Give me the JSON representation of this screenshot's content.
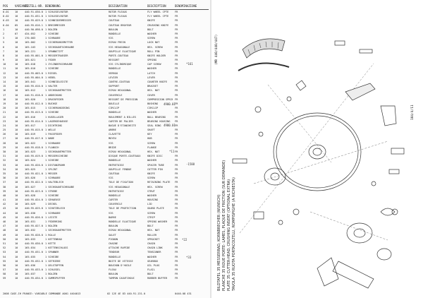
{
  "left": {
    "header": {
      "col_pos": "POS",
      "col_code": "VARIANTE",
      "col_part": "BESTELL-NR.",
      "col_de": "BENENNUNG",
      "col_fr": "DESIGNATION",
      "col_en": "DESCRIPTION",
      "col_it": "DENOMINAZIONE"
    },
    "rows": [
      [
        "0.01",
        "10",
        "440.91.030.0",
        "1 SCHLEGELROTOR",
        "ROTOR FLEAUX",
        "FLY WHEEL CPTE",
        "FR"
      ],
      [
        "0.02",
        "10",
        "440.91.031.0",
        "1 SCHLEGELROTOR",
        "ROTOR FLEAUX",
        "FLY WHEEL CPTE",
        "FR"
      ],
      [
        "0.03",
        "10",
        "440.95.029.0",
        "1 SCHNEIDERMESSER",
        "COUTEAU",
        "KNIFE",
        "FR"
      ],
      [
        "0.04",
        "05",
        "440.95.016.1",
        "1 BRECHMESSER",
        "COUTEAU BROYEUR",
        "CRUSHING KNIFE",
        "FR"
      ],
      [
        "1",
        "10",
        "440.90.098.0",
        "1 BOLZEN",
        "BOULON",
        "BOLT",
        "FR"
      ],
      [
        "2",
        "07",
        "434.052",
        "2 SCHEIBE",
        "RONDELLE",
        "WASHER",
        "FR"
      ],
      [
        "3",
        "10",
        "170.083",
        "1 SCHRAUBE",
        "VIS",
        "SCREW",
        "FR"
      ],
      [
        "5",
        "10",
        "165.002",
        "1 SICHERUNGSMUTTER",
        "ECROU FREIN",
        "LOCK NUT",
        "FR"
      ],
      [
        "6",
        "10",
        "165.103",
        "1 SECHSKANTSCHRAUBE",
        "VIS HEXAGONALE",
        "HEX. SCREW",
        "FR"
      ],
      [
        "7",
        "10",
        "165.221",
        "1 SPANNSTIFT",
        "GOUPILLE ELASTIQUE",
        "ROLL PIN",
        "FR"
      ],
      [
        "8",
        "10",
        "440.95.001.0",
        "1 MESSERTRAEGER",
        "PORTE-COUTEAU",
        "KNIFE HOLDER",
        "FR"
      ],
      [
        "9",
        "10",
        "165.021",
        "1 FEDER",
        "RESSORT",
        "SPRING",
        "FR"
      ],
      [
        "10",
        "10",
        "165.018",
        "1 ZYLINDERSCHRAUBE",
        "VIS CYLINDRIQUE",
        "CAP SCREW",
        "FR"
      ],
      [
        "11",
        "10",
        "165.010",
        "1 SCHEIBE",
        "RONDELLE",
        "WASHER",
        "FR"
      ],
      [
        "12",
        "10",
        "440.95.003.0",
        "1 RIEGEL",
        "VERROU",
        "LATCH",
        "FR"
      ],
      [
        "13",
        "10",
        "440.95.004.0",
        "1 HEBEL",
        "LEVIER",
        "LEVER",
        "FR"
      ],
      [
        "14",
        "10",
        "165.041",
        "1 SCHNEIDLEISTE",
        "CONTRE-COUTEAU",
        "COUNTER KNIFE",
        "FR"
      ],
      [
        "15",
        "10",
        "440.95.010.0",
        "1 HALTER",
        "SUPPORT",
        "BRACKET",
        "FR"
      ],
      [
        "16",
        "10",
        "165.012",
        "1 SECHSKANTMUTTER",
        "ECROU HEXAGONAL",
        "HEX. NUT",
        "FR"
      ],
      [
        "17",
        "10",
        "440.91.018.0",
        "1 ABDECKUNG",
        "COUVERCLE",
        "COVER",
        "FR"
      ],
      [
        "18",
        "10",
        "165.020",
        "1 DRUCKFEDER",
        "RESSORT DE PRESSION",
        "COMPRESSION SPRING",
        "FR"
      ],
      [
        "19",
        "10",
        "440.95.012.0",
        "1 BUCHSE",
        "DOUILLE",
        "BUSHING",
        "FR"
      ],
      [
        "20",
        "10",
        "165.015",
        "1 SICHERUNGSRING",
        "CIRCLIP",
        "CIRCLIP",
        "FR"
      ],
      [
        "21",
        "10",
        "440.95.013.0",
        "1 SCHEIBE",
        "RONDELLE",
        "WASHER",
        "FR"
      ],
      [
        "22",
        "10",
        "165.016",
        "1 KUGELLAGER",
        "ROULEMENT A BILLES",
        "BALL BEARING",
        "FR"
      ],
      [
        "23",
        "10",
        "440.95.014.0",
        "1 LAGERGEHAEUSE",
        "CARTER DE PALIER",
        "BEARING HOUSING",
        "FR"
      ],
      [
        "24",
        "10",
        "165.017",
        "1 DICHTRING",
        "BAGUE D'ETANCHEITE",
        "SEAL RING",
        "FR"
      ],
      [
        "25",
        "10",
        "440.95.015.0",
        "1 WELLE",
        "ARBRE",
        "SHAFT",
        "FR"
      ],
      [
        "26",
        "10",
        "165.019",
        "1 PASSFEDER",
        "CLAVETTE",
        "KEY",
        "FR"
      ],
      [
        "27",
        "10",
        "440.95.017.0",
        "1 NABE",
        "MOYEU",
        "HUB",
        "FR"
      ],
      [
        "28",
        "10",
        "165.022",
        "1 SCHRAUBE",
        "VIS",
        "SCREW",
        "FR"
      ],
      [
        "29",
        "10",
        "440.95.018.0",
        "1 FLANSCH",
        "BRIDE",
        "FLANGE",
        "FR"
      ],
      [
        "30",
        "10",
        "165.023",
        "1 SECHSKANTMUTTER",
        "ECROU HEXAGONAL",
        "HEX. NUT",
        "FR"
      ],
      [
        "31",
        "10",
        "440.95.019.0",
        "1 MESSERSCHEIBE",
        "DISQUE PORTE-COUTEAUX",
        "KNIFE DISC",
        "FR"
      ],
      [
        "32",
        "10",
        "165.024",
        "1 SCHEIBE",
        "RONDELLE",
        "WASHER",
        "FR"
      ],
      [
        "33",
        "10",
        "440.95.020.0",
        "1 DISTANZROHR",
        "ENTRETOISE",
        "SPACER TUBE",
        "FR"
      ],
      [
        "34",
        "10",
        "165.025",
        "1 SPLINT",
        "GOUPILLE FENDUE",
        "COTTER PIN",
        "FR"
      ],
      [
        "35",
        "10",
        "440.95.021.0",
        "1 MESSER",
        "COUTEAU",
        "KNIFE",
        "FR"
      ],
      [
        "36",
        "10",
        "165.026",
        "1 SCHRAUBE",
        "VIS",
        "SCREW",
        "FR"
      ],
      [
        "37",
        "10",
        "440.95.022.0",
        "1 HALTEBLECH",
        "TOLE DE FIXATION",
        "RETAINING PLATE",
        "FR"
      ],
      [
        "38",
        "10",
        "165.027",
        "1 SECHSKANTSCHRAUBE",
        "VIS HEXAGONALE",
        "HEX. SCREW",
        "FR"
      ],
      [
        "39",
        "10",
        "440.95.023.0",
        "1 STREBE",
        "ENTRETOISE",
        "STRUT",
        "FR"
      ],
      [
        "40",
        "10",
        "165.028",
        "1 SCHEIBE",
        "RONDELLE",
        "WASHER",
        "FR"
      ],
      [
        "41",
        "10",
        "440.95.024.0",
        "1 GEHAEUSE",
        "CARTER",
        "HOUSING",
        "FR"
      ],
      [
        "42",
        "10",
        "165.029",
        "1 DECKEL",
        "COUVERCLE",
        "LID",
        "FR"
      ],
      [
        "43",
        "10",
        "440.95.025.0",
        "1 SCHUTZBLECH",
        "TOLE DE PROTECTION",
        "GUARD PLATE",
        "FR"
      ],
      [
        "44",
        "10",
        "165.030",
        "1 SCHRAUBE",
        "VIS",
        "SCREW",
        "FR"
      ],
      [
        "45",
        "10",
        "440.95.026.0",
        "1 LEISTE",
        "BARRE",
        "STRIP",
        "FR"
      ],
      [
        "46",
        "10",
        "165.031",
        "1 FEDERRING",
        "RONDELLE ELASTIQUE",
        "SPRING WASHER",
        "FR"
      ],
      [
        "47",
        "10",
        "440.95.027.0",
        "1 BOLZEN",
        "BOULON",
        "BOLT",
        "FR"
      ],
      [
        "48",
        "10",
        "165.032",
        "1 SECHSKANTMUTTER",
        "ECROU HEXAGONAL",
        "HEX. NUT",
        "FR"
      ],
      [
        "49",
        "10",
        "440.95.028.0",
        "1 ROLLE",
        "GALET",
        "ROLLER",
        "FR"
      ],
      [
        "50",
        "10",
        "165.033",
        "1 KETTENRAD",
        "PIGNON",
        "SPROCKET",
        "FR"
      ],
      [
        "51",
        "10",
        "440.95.030.0",
        "1 KETTE",
        "CHAINE",
        "CHAIN",
        "FR"
      ],
      [
        "52",
        "10",
        "165.034",
        "1 KETTENSCHLOSS",
        "ATTACHE RAPIDE",
        "CHAIN LINK",
        "FR"
      ],
      [
        "53",
        "10",
        "440.95.031.0",
        "1 SPANNER",
        "TENDEUR",
        "TENSIONER",
        "FR"
      ],
      [
        "54",
        "10",
        "165.035",
        "1 SCHEIBE",
        "RONDELLE",
        "WASHER",
        "FR"
      ],
      [
        "55",
        "10",
        "440.95.032.0",
        "1 GETRIEBE",
        "BOITE DE VITESSE",
        "GEARBOX",
        "FR"
      ],
      [
        "56",
        "10",
        "165.036",
        "1 OELSTOPFEN",
        "BOUCHON D'HUILE",
        "OIL PLUG",
        "FR"
      ],
      [
        "57",
        "10",
        "440.95.033.0",
        "1 SCHLEGEL",
        "FLEAU",
        "FLAIL",
        "FR"
      ],
      [
        "58",
        "10",
        "165.037",
        "1 BOLZEN",
        "BOULON",
        "BOLT",
        "FR"
      ],
      [
        "59",
        "10",
        "440.95.034.0",
        "1 GUMMIPUFFER",
        "TAMPON CAOUTCHOUC",
        "RUBBER BUFFER",
        "FR"
      ]
    ],
    "notes": [
      "*161",
      "4900.01",
      "4900.01",
      "-1588",
      "*11",
      "*22",
      "*33"
    ],
    "footer_left": "2008 CASE-IH FRANCE: VARIABLE COMMANDE A001 4404013",
    "footer_mid": "02 12E 4E 83 440.91.131.0",
    "footer_right": "0440.08 431"
  },
  "right": {
    "plate_code": "(MR 440/440/447)",
    "side_page": "104/4/11",
    "captions": [
      "BILDTAFEL 35 MESSERRAD, KORNBRECHER (WUNSCH)",
      "PLANCHE 35 ROUE PORTE- LAMES, PLAQUE DE FRICTION (SUR DEMANDE)",
      "PLATE 35 CUTTER-HEAD, CRUSHING INSERT (OPTIONAL EXTRA)",
      "TAVOLA 35 RUOTA PORTACOLTELLI, ROMPISPIGHE (A RICHIESTA)"
    ]
  }
}
